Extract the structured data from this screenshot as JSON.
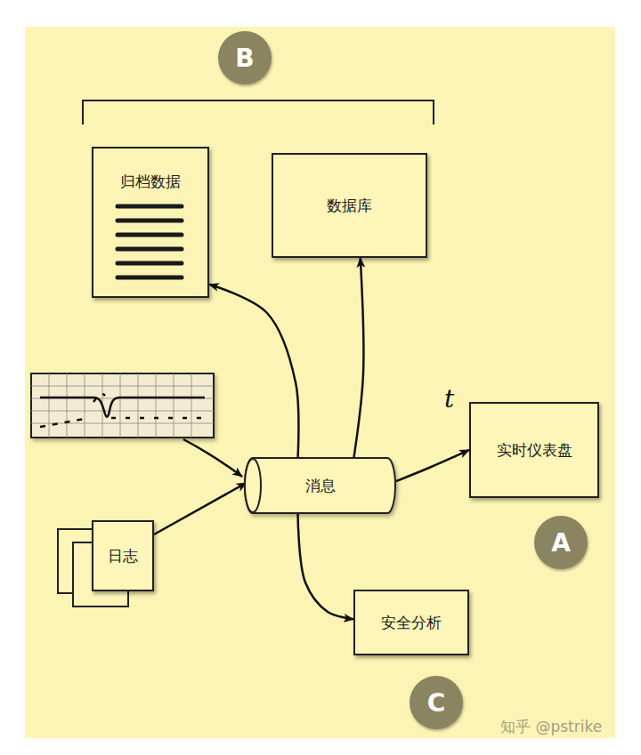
{
  "diagram": {
    "nodes": [
      {
        "text": [
          "归档数据"
        ]
      },
      {
        "text": [
          "数据库"
        ]
      },
      {
        "text": [
          "消息"
        ]
      },
      {
        "text": [
          "实时仪表盘"
        ]
      },
      {
        "text": [
          "日志"
        ]
      },
      {
        "text": [
          "安全分析"
        ]
      }
    ],
    "edges": [
      {
        "from": 2,
        "to": 0,
        "arrow": "to"
      },
      {
        "from": 2,
        "to": 1,
        "arrow": "to"
      },
      {
        "from": 2,
        "to": 3,
        "arrow": "to"
      },
      {
        "from": 2,
        "to": 5,
        "arrow": "to"
      },
      {
        "from": 4,
        "to": 2,
        "arrow": "to"
      }
    ],
    "labels": [
      "B",
      "A",
      "C",
      "t",
      "知乎 @pstrike"
    ]
  }
}
